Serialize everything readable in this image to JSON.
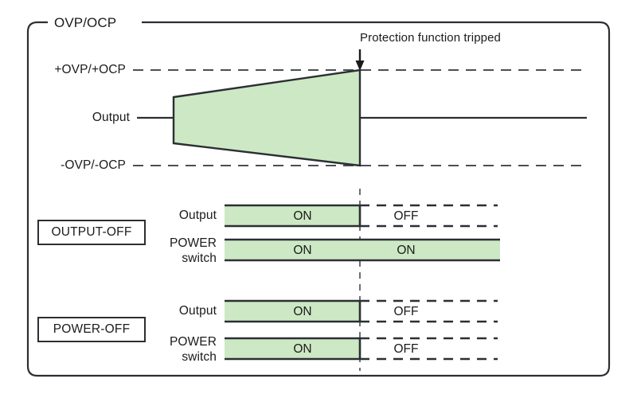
{
  "diagram": {
    "title": "OVP/OCP",
    "annotation": "Protection function tripped",
    "colors": {
      "green_fill": "#cde8c4",
      "line": "#2b2f33",
      "dash": "#4a4f54",
      "background": "#ffffff"
    }
  },
  "waveform": {
    "axis_labels": {
      "upper_threshold": "+OVP/+OCP",
      "output": "Output",
      "lower_threshold": "-OVP/-OCP"
    }
  },
  "groups": [
    {
      "name": "OUTPUT-OFF",
      "rows": [
        {
          "label": "Output",
          "label_line2": "",
          "before": "ON",
          "after": "OFF"
        },
        {
          "label": "POWER",
          "label_line2": "switch",
          "before": "ON",
          "after": "ON"
        }
      ]
    },
    {
      "name": "POWER-OFF",
      "rows": [
        {
          "label": "Output",
          "label_line2": "",
          "before": "ON",
          "after": "OFF"
        },
        {
          "label": "POWER",
          "label_line2": "switch",
          "before": "ON",
          "after": "OFF"
        }
      ]
    }
  ]
}
